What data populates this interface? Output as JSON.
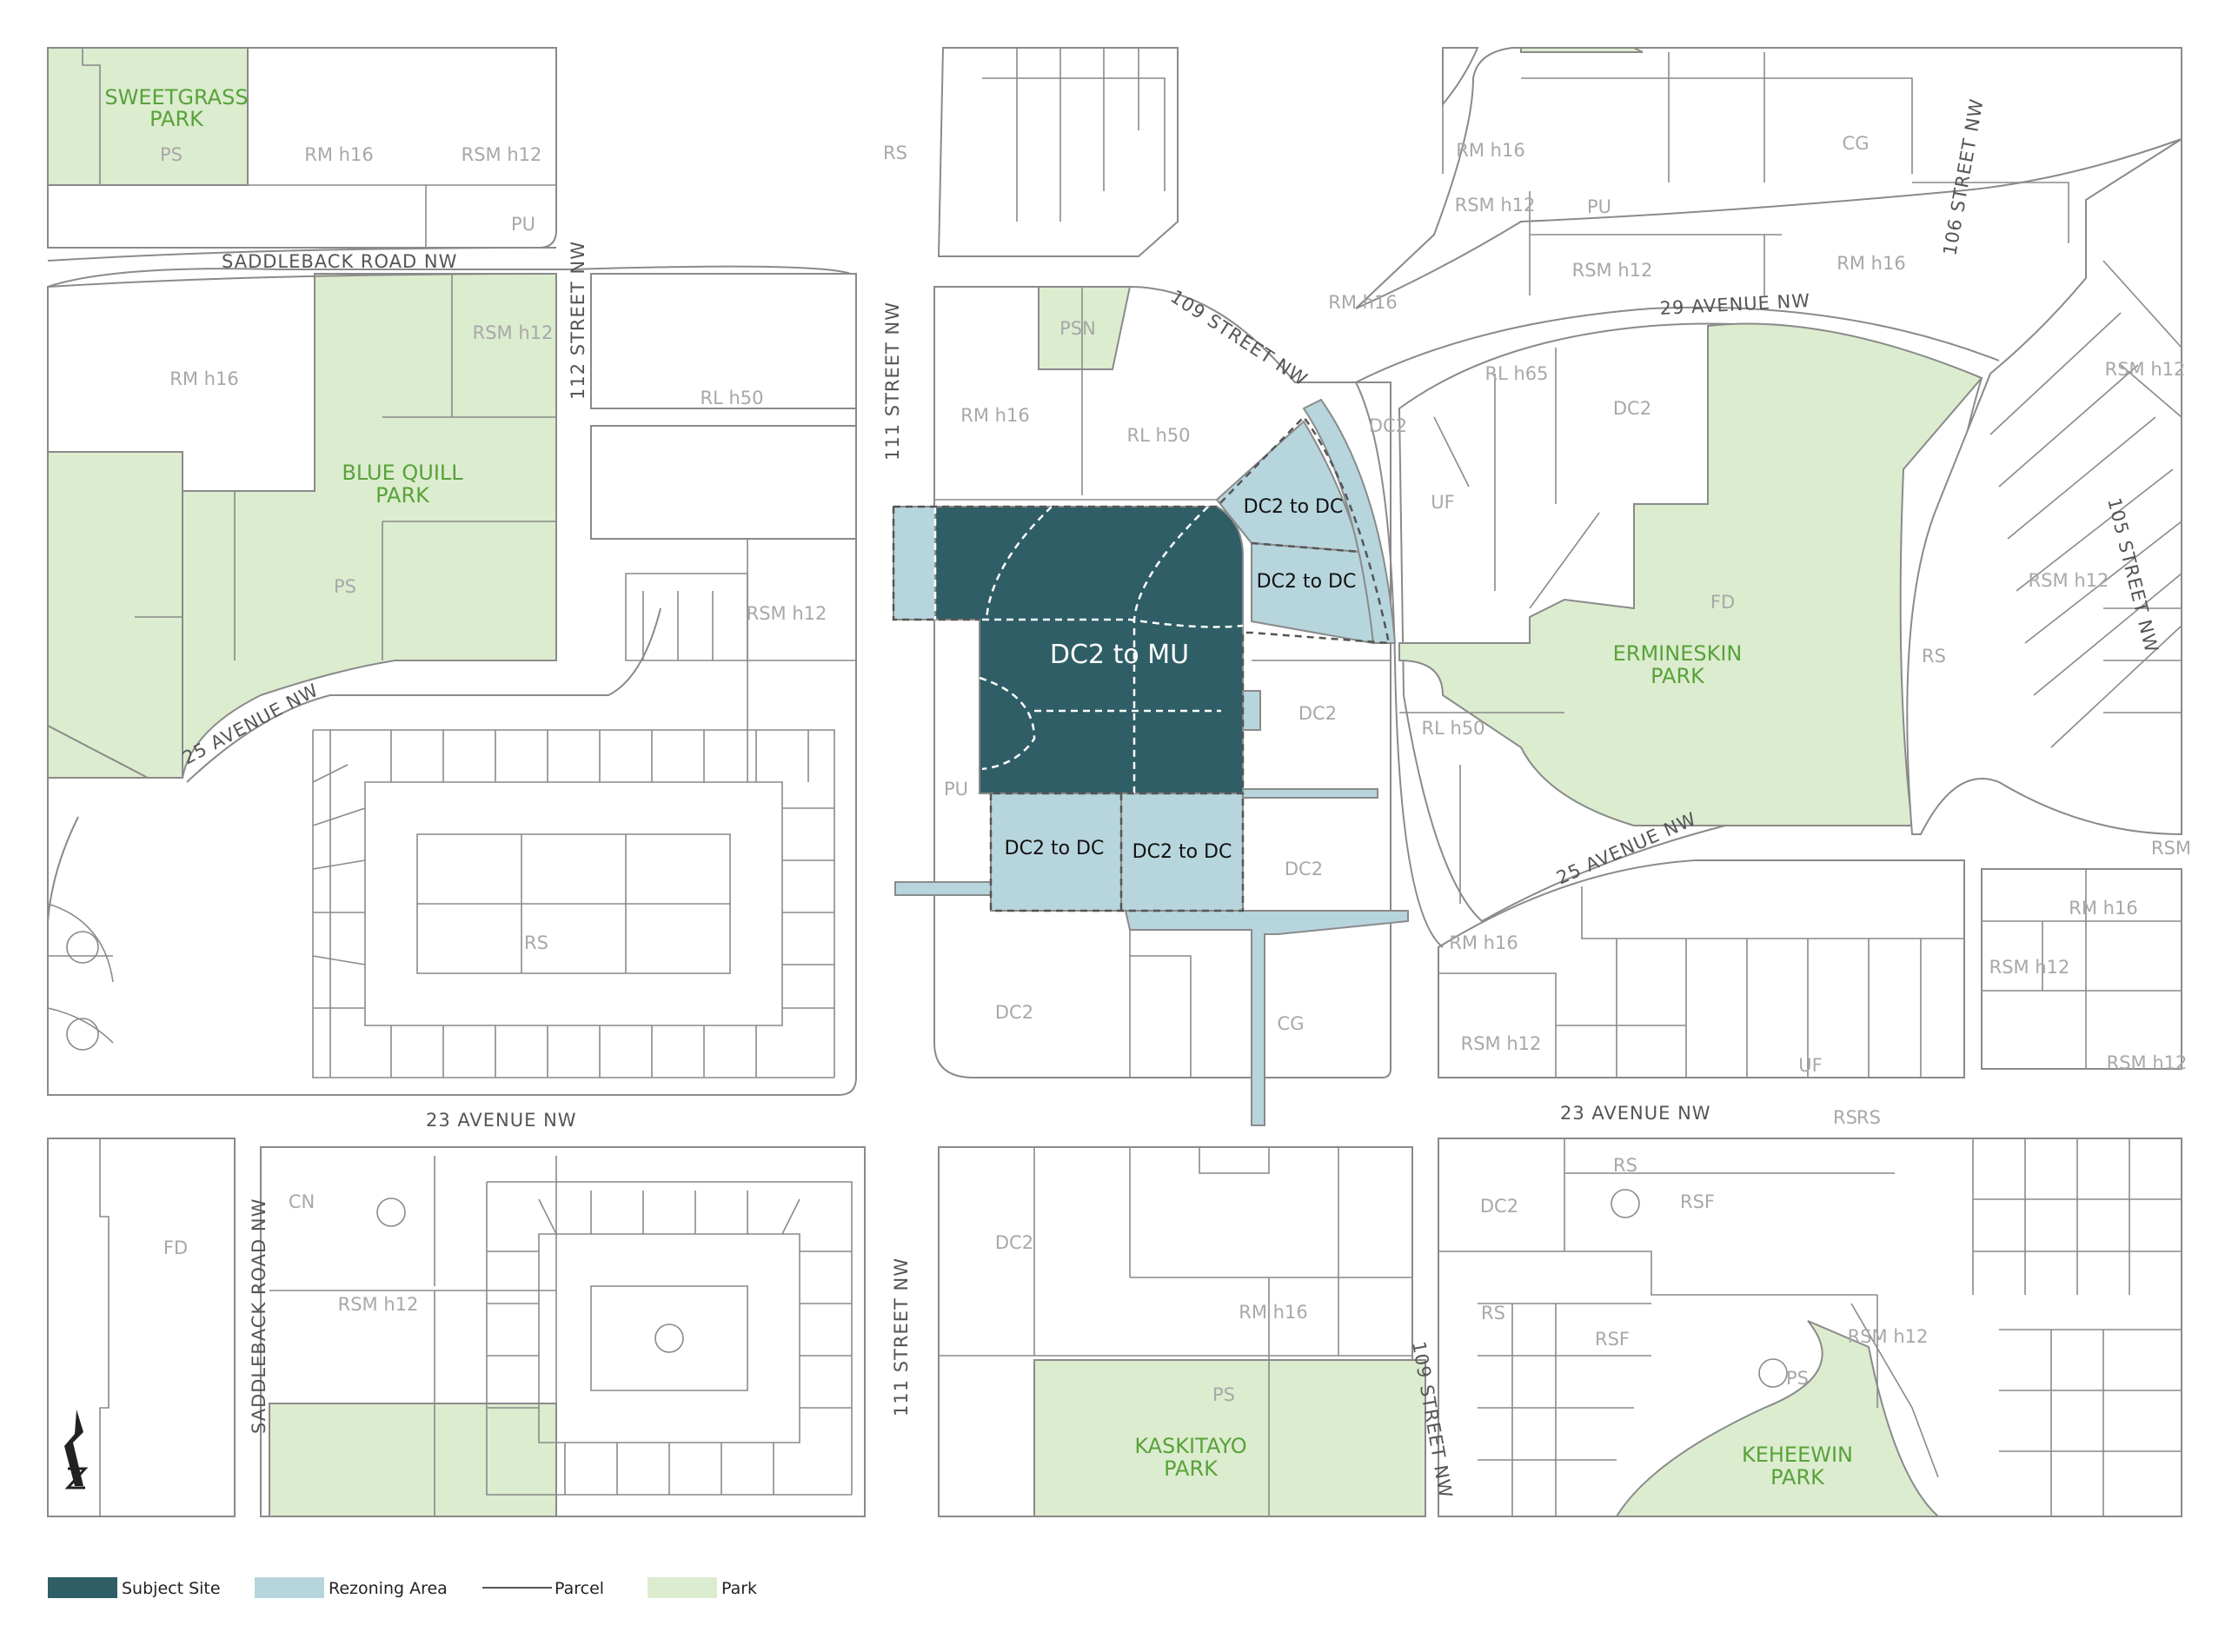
{
  "streets": {
    "saddleback_top": "SADDLEBACK ROAD NW",
    "saddleback_left": "SADDLEBACK ROAD NW",
    "st111_north": "111 STREET NW",
    "st111_south": "111 STREET NW",
    "st112": "112 STREET NW",
    "st109_north": "109 STREET NW",
    "st109_south": "109 STREET NW",
    "ave29": "29 AVENUE NW",
    "ave25_west": "25 AVENUE NW",
    "ave25_east": "25 AVENUE NW",
    "ave23_west": "23 AVENUE NW",
    "ave23_east": "23 AVENUE NW",
    "st106": "106 STREET NW",
    "st105": "105 STREET NW"
  },
  "parks": {
    "sweetgrass": [
      "SWEETGRASS",
      "PARK"
    ],
    "blue_quill": [
      "BLUE QUILL",
      "PARK"
    ],
    "ermineskin": [
      "ERMINESKIN",
      "PARK"
    ],
    "kaskitayo": [
      "KASKITAYO",
      "PARK"
    ],
    "keheewin": [
      "KEHEEWIN",
      "PARK"
    ]
  },
  "zones": {
    "z1": "PS",
    "z2": "RM h16",
    "z3": "RSM h12",
    "z4": "RS",
    "z5": "PU",
    "z6": "RM h16",
    "z7": "RSM h12",
    "z8": "RM h16",
    "z9": "RL h50",
    "z10": "PS",
    "z11": "RSM h12",
    "z12": "RS",
    "z13": "PSN",
    "z14": "RM h16",
    "z15": "RL h50",
    "z16": "PU",
    "z17": "RSM h12",
    "z18": "CG",
    "z19": "PU",
    "z20": "RSM h12",
    "z21": "RM h16",
    "z22": "RM h16",
    "z23": "DC2",
    "z24": "RL h65",
    "z25": "DC2",
    "z26": "RSM h12",
    "z27": "UF",
    "z28": "FD",
    "z29": "RSM h12",
    "z30": "RS",
    "z31": "RL h50",
    "z32": "DC2",
    "z33": "DC2",
    "z34": "RSM",
    "z35": "RM h16",
    "z36": "RSM h12",
    "z37": "RM h16",
    "z38": "RSM h12",
    "z39": "UF",
    "z40": "RSM h12",
    "z41": "DC2",
    "z42": "CG",
    "z43": "RS",
    "z44": "CN",
    "z45": "FD",
    "z46": "RSM h12",
    "z47": "DC2",
    "z48": "RM h16",
    "z49": "PS",
    "z50": "DC2",
    "z51": "RS",
    "z52": "RSF",
    "z53": "RS",
    "z54": "RSF",
    "z55": "PS",
    "z56": "RSM h12",
    "z57": "RS"
  },
  "rezoning": {
    "mu": "DC2 to MU",
    "ne_top": "DC2 to DC",
    "ne_bottom": "DC2 to DC",
    "s_left": "DC2 to DC",
    "s_right": "DC2 to DC"
  },
  "legend": {
    "subject": "Subject Site",
    "rezoning": "Rezoning Area",
    "parcel": "Parcel",
    "park": "Park"
  },
  "colors": {
    "subject_site": "#2f5e66",
    "rezoning_area": "#b7d5dc",
    "park": "#dceccf",
    "parcel_line": "#8a8a8a",
    "park_label": "#58a23a"
  },
  "icons": {
    "north_arrow": "north-arrow-icon"
  }
}
